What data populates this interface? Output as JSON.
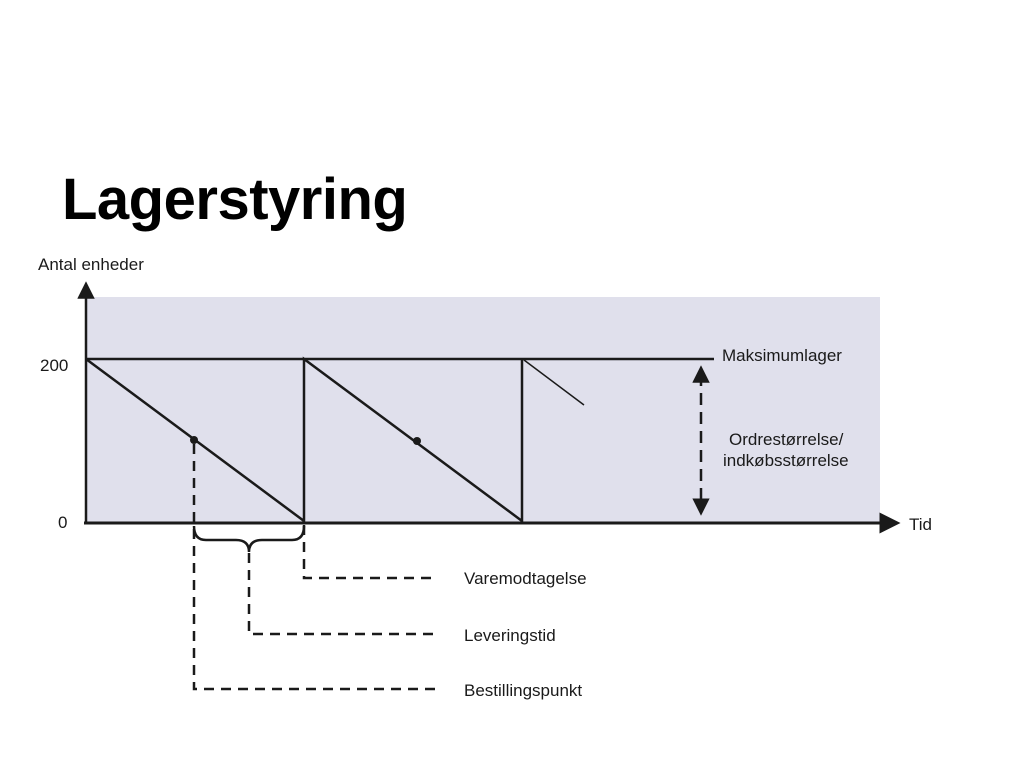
{
  "slide": {
    "title": "Lagerstyring"
  },
  "diagram": {
    "y_axis_label": "Antal enheder",
    "x_axis_label": "Tid",
    "y_tick_max": "200",
    "y_tick_zero": "0",
    "max_level_label": "Maksimumlager",
    "order_size_label_line1": "Ordrestørrelse/",
    "order_size_label_line2": "indkøbsstørrelse",
    "receipt_label": "Varemodtagelse",
    "lead_time_label": "Leveringstid",
    "reorder_point_label": "Bestillingspunkt",
    "colors": {
      "plot_background": "#e0e0ec",
      "line": "#1a1a1a"
    }
  }
}
